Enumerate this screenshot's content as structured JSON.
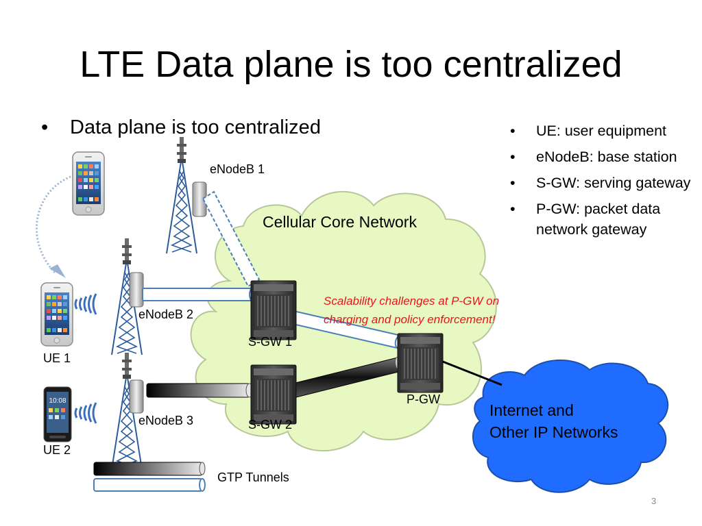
{
  "title": "LTE Data plane is too centralized",
  "main_bullet": "Data plane is too centralized",
  "legend": [
    "UE: user equipment",
    "eNodeB: base station",
    "S-GW: serving gateway",
    "P-GW: packet data network gateway"
  ],
  "labels": {
    "enodeb1": "eNodeB 1",
    "enodeb2": "eNodeB 2",
    "enodeb3": "eNodeB 3",
    "sgw1": "S-GW 1",
    "sgw2": "S-GW 2",
    "pgw": "P-GW",
    "ue1": "UE 1",
    "ue2": "UE 2",
    "gtp": "GTP Tunnels"
  },
  "core_network_label": "Cellular Core Network",
  "internet_label_line1": "Internet and",
  "internet_label_line2": "Other IP Networks",
  "annotation_line1": "Scalability challenges at P-GW on",
  "annotation_line2": "charging and policy enforcement!",
  "page_number": "3",
  "bullet_char": "•",
  "colors": {
    "core_cloud_fill": "#e8f8c2",
    "core_cloud_stroke": "#b7c79a",
    "internet_cloud_fill": "#1f6cff",
    "internet_cloud_stroke": "#1b4fa8",
    "tunnel_outline": "#4a7ebb",
    "annotation": "#e8141b"
  }
}
